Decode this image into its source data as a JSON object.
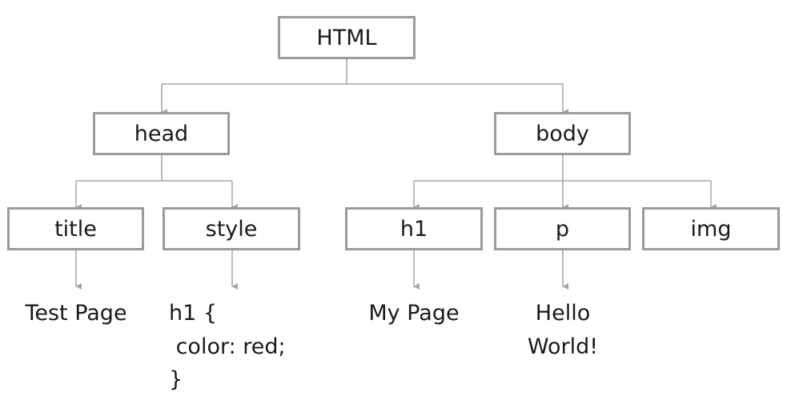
{
  "nodes": {
    "html": "HTML",
    "head": "head",
    "body": "body",
    "title": "title",
    "style": "style",
    "h1": "h1",
    "p": "p",
    "img": "img"
  },
  "leaves": {
    "title_text": "Test Page",
    "style_line1": "h1 {",
    "style_line2": " color: red;",
    "style_line3": "}",
    "h1_text": "My Page",
    "p_line1": "Hello",
    "p_line2": "World!"
  },
  "colors": {
    "border": "#9b9b9b",
    "connector": "#a6a6a6"
  }
}
